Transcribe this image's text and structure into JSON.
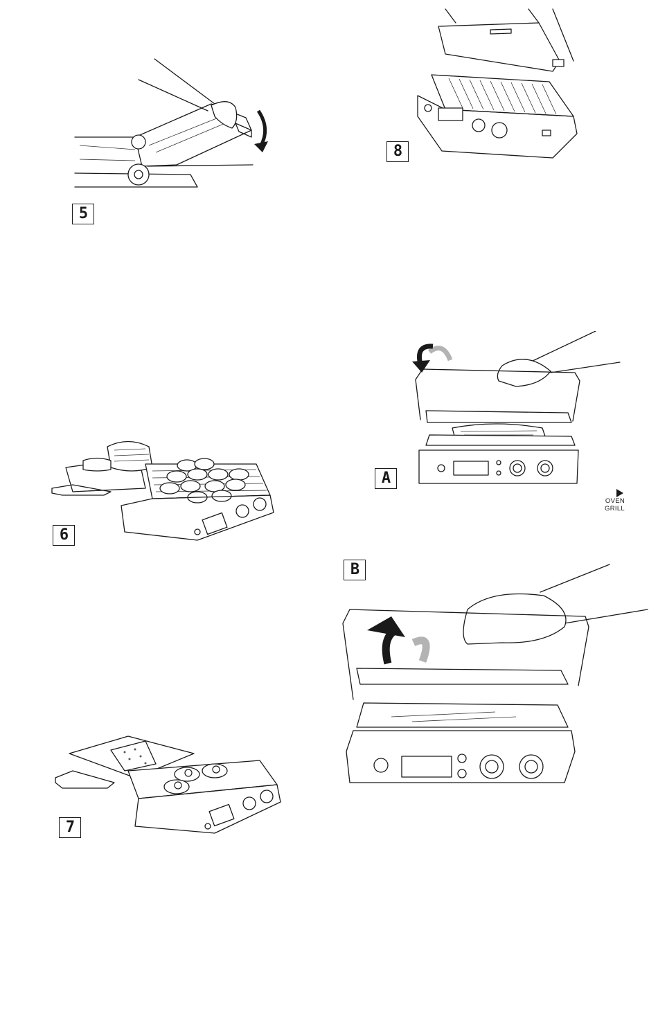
{
  "steps": {
    "five": "5",
    "six": "6",
    "seven": "7",
    "eight": "8",
    "a": "A",
    "b": "B"
  },
  "mode_badge": {
    "line1": "OVEN",
    "line2": "GRILL",
    "icon": "play-triangle-icon"
  },
  "colors": {
    "ink": "#1a1a1a",
    "arrow_grey": "#b3b3b3"
  }
}
